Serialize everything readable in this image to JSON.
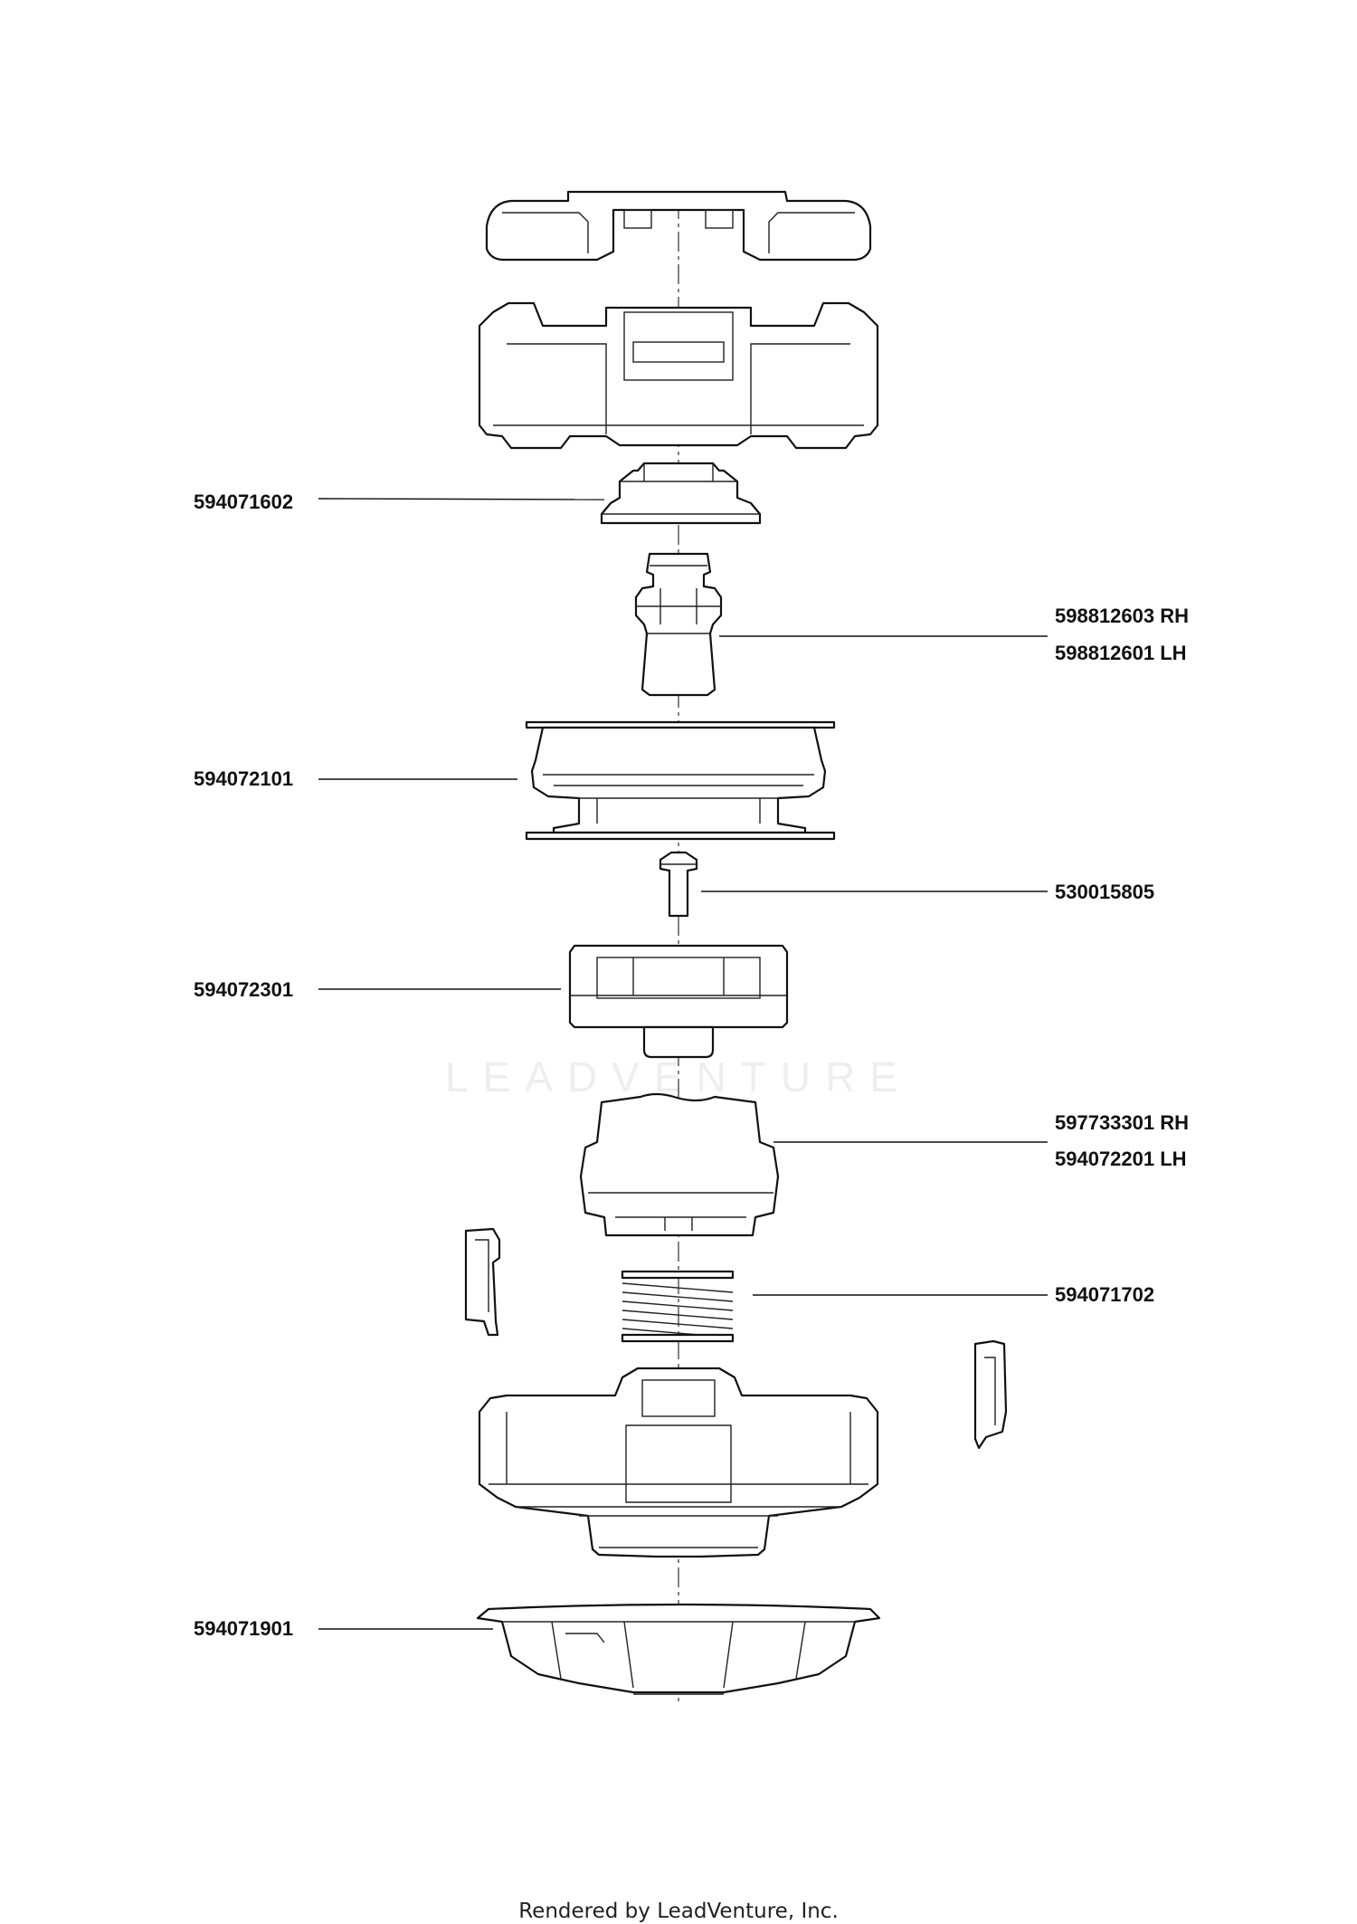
{
  "callouts": {
    "p594071602": "594071602",
    "p598812603": "598812603 RH",
    "p598812601": "598812601 LH",
    "p594072101": "594072101",
    "p530015805": "530015805",
    "p594072301": "594072301",
    "p597733301": "597733301 RH",
    "p594072201": "594072201 LH",
    "p594071702": "594071702",
    "p594071901": "594071901"
  },
  "watermark": "LEADVENTURE",
  "footer": "Rendered by LeadVenture, Inc.",
  "colors": {
    "line": "#111111",
    "background": "#ffffff",
    "watermark": "#eeeeee"
  }
}
